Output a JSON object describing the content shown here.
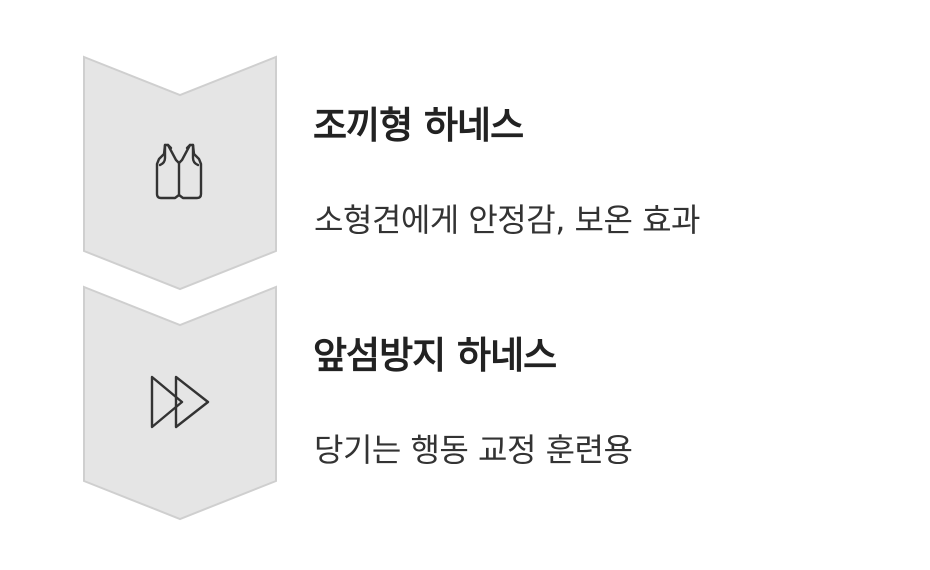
{
  "colors": {
    "chevron_fill": "#e5e5e5",
    "chevron_stroke": "#cfcfcf",
    "icon_stroke": "#333333",
    "title": "#222222",
    "desc": "#333333"
  },
  "items": [
    {
      "icon": "vest-icon",
      "title": "조끼형 하네스",
      "desc": "소형견에게 안정감, 보온 효과"
    },
    {
      "icon": "fast-forward-icon",
      "title": "앞섬방지 하네스",
      "desc": "당기는 행동 교정 훈련용"
    }
  ]
}
